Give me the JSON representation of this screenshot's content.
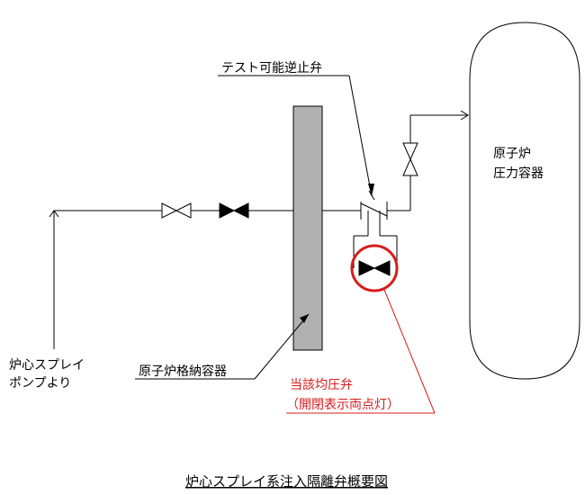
{
  "labels": {
    "test_check_valve": "テスト可能逆止弁",
    "rpv_line1": "原子炉",
    "rpv_line2": "圧力容器",
    "pump_line1": "炉心スプレイ",
    "pump_line2": "ポンプより",
    "containment": "原子炉格納容器",
    "balance_valve_line1": "当該均圧弁",
    "balance_valve_line2": "（開閉表示両点灯）"
  },
  "caption": "炉心スプレイ系注入隔離弁概要図",
  "colors": {
    "line": "#000000",
    "containment_fill": "#b0b0b0",
    "highlight": "#d81c1c",
    "background": "#ffffff"
  },
  "icons": {
    "open_valve": "gate-valve-open-icon",
    "closed_valve": "gate-valve-closed-icon",
    "check_valve": "check-valve-icon",
    "flow_arrow": "arrow-icon"
  }
}
